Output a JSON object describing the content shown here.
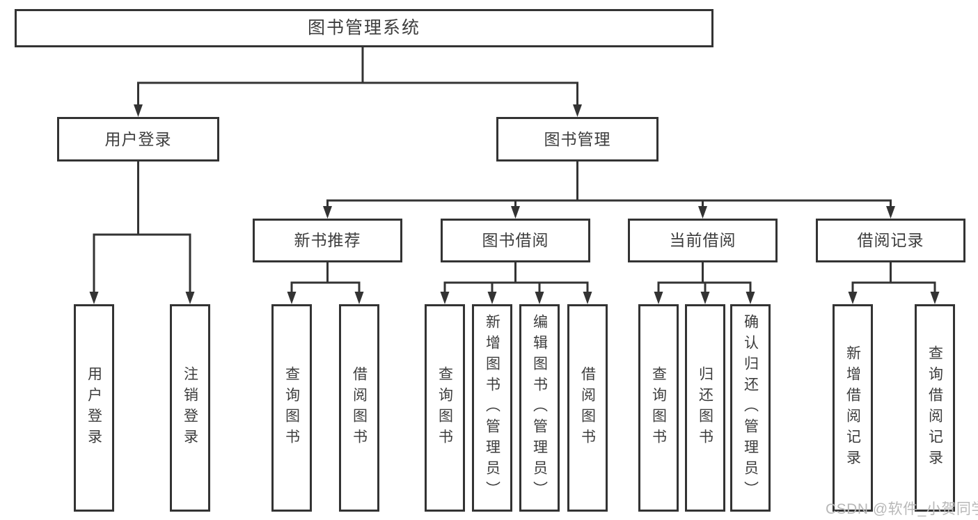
{
  "diagram": {
    "root": {
      "label": "图书管理系统"
    },
    "branches": [
      {
        "label": "用户登录",
        "children": [
          {
            "label": "用户登录"
          },
          {
            "label": "注销登录"
          }
        ]
      },
      {
        "label": "图书管理",
        "children": [
          {
            "label": "新书推荐",
            "children": [
              {
                "label": "查询图书"
              },
              {
                "label": "借阅图书"
              }
            ]
          },
          {
            "label": "图书借阅",
            "children": [
              {
                "label": "查询图书"
              },
              {
                "label": "新增图书（管理员）"
              },
              {
                "label": "编辑图书（管理员）"
              },
              {
                "label": "借阅图书"
              }
            ]
          },
          {
            "label": "当前借阅",
            "children": [
              {
                "label": "查询图书"
              },
              {
                "label": "归还图书"
              },
              {
                "label": "确认归还（管理员）"
              }
            ]
          },
          {
            "label": "借阅记录",
            "children": [
              {
                "label": "新增借阅记录"
              },
              {
                "label": "查询借阅记录"
              }
            ]
          }
        ]
      }
    ]
  },
  "watermark": {
    "text": "CSDN @软件_小贺同学"
  },
  "colors": {
    "line": "#333333",
    "text": "#3d3d3d",
    "watermark": "#b8b8b8",
    "background": "#ffffff"
  }
}
